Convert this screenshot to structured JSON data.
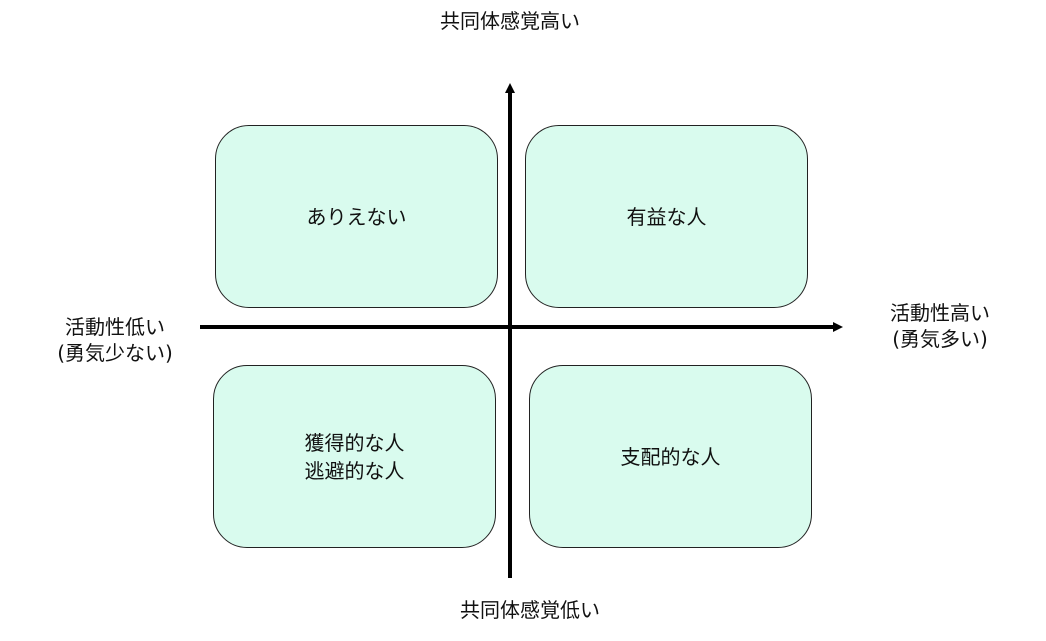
{
  "axes": {
    "y_top": "共同体感覚高い",
    "y_bottom": "共同体感覚低い",
    "x_left_line1": "活動性低い",
    "x_left_line2": "(勇気少ない)",
    "x_right_line1": "活動性高い",
    "x_right_line2": "(勇気多い)"
  },
  "quadrants": {
    "top_left": {
      "lines": [
        "ありえない"
      ]
    },
    "top_right": {
      "lines": [
        "有益な人"
      ]
    },
    "bottom_left": {
      "lines": [
        "獲得的な人",
        "逃避的な人"
      ]
    },
    "bottom_right": {
      "lines": [
        "支配的な人"
      ]
    }
  },
  "colors": {
    "box_fill": "#d9fbee",
    "box_border": "#222222",
    "axis": "#000000"
  }
}
